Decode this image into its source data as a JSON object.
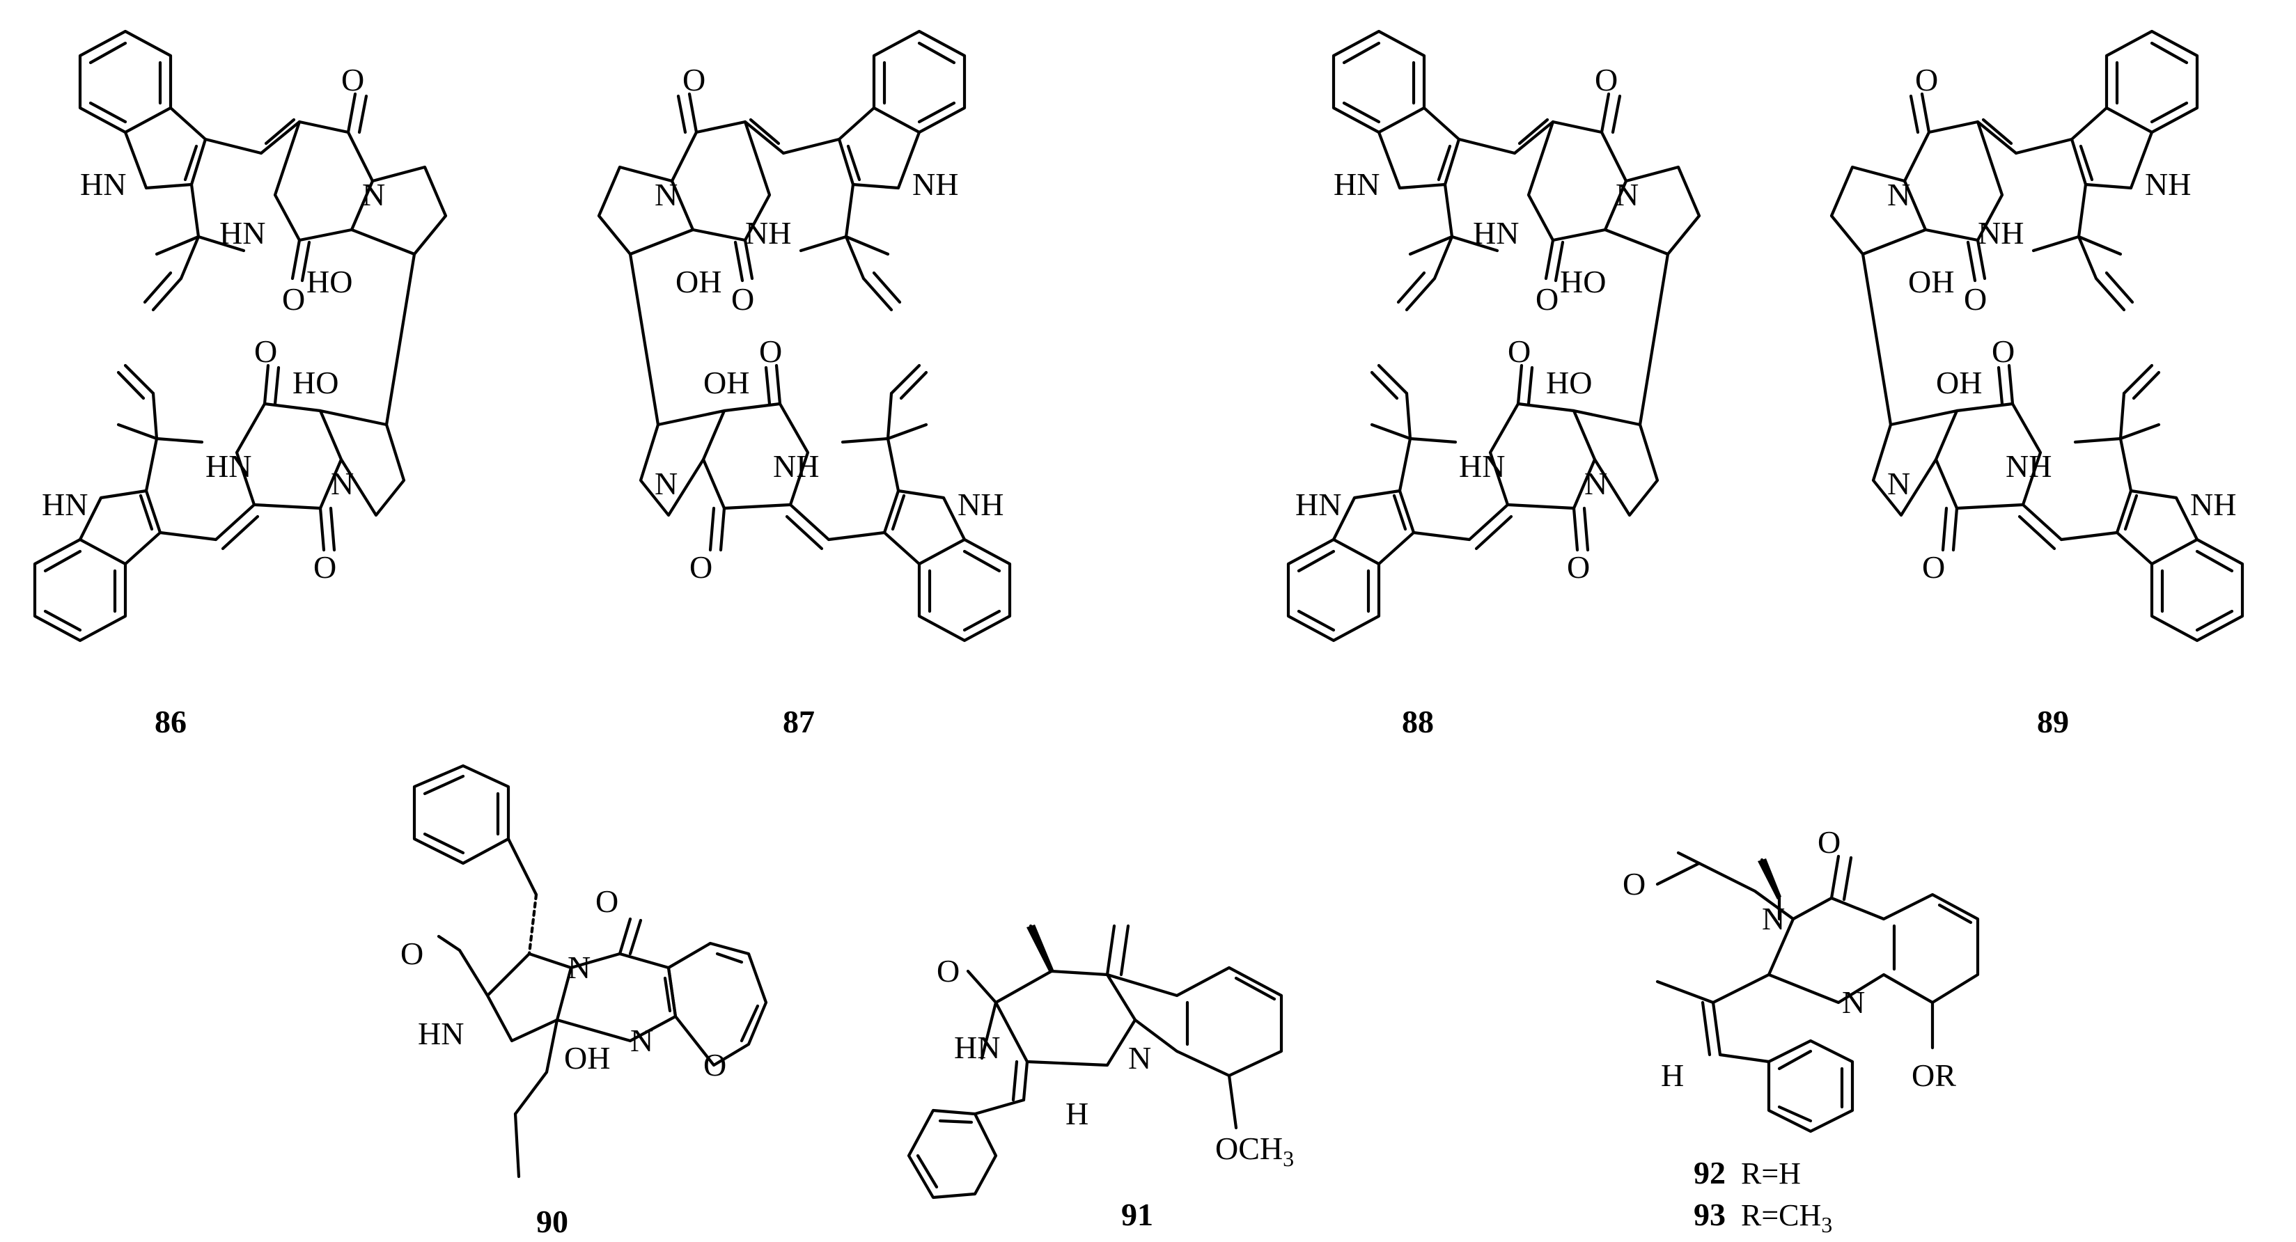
{
  "atom_labels": {
    "hn": "HN",
    "nh": "NH",
    "n": "N",
    "o": "O",
    "oh": "OH",
    "ho": "HO",
    "h": "H",
    "och3_base": "OCH",
    "och3_sub": "3",
    "or": "OR"
  },
  "compounds": [
    {
      "id": "86",
      "label": "86"
    },
    {
      "id": "87",
      "label": "87"
    },
    {
      "id": "88",
      "label": "88"
    },
    {
      "id": "89",
      "label": "89"
    },
    {
      "id": "90",
      "label": "90"
    },
    {
      "id": "91",
      "label": "91"
    },
    {
      "id": "92",
      "label": "92",
      "r_group": "R=H"
    },
    {
      "id": "93",
      "label": "93",
      "r_group_base": "R=CH",
      "r_group_sub": "3"
    }
  ]
}
